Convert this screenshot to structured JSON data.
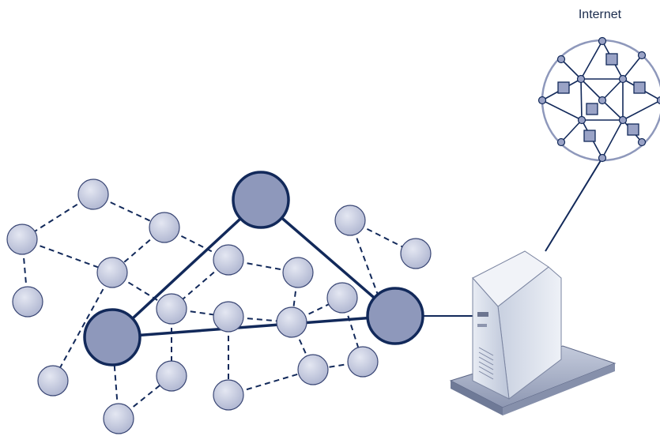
{
  "labels": {
    "internet": "Internet"
  },
  "colors": {
    "line": "#12295a",
    "node_fill": "#c6cbe0",
    "node_stroke": "#3a4775",
    "supernode_fill": "#8e98bb",
    "cloud_node_fill": "#9aa3c6",
    "cloud_square_fill": "#9aa3c6",
    "server_body": "#dfe4ee",
    "server_shadow": "#aab3c8"
  },
  "icons": [
    "internet-cloud-icon",
    "server-icon"
  ],
  "diagram": {
    "type": "peer-to-peer network with supernodes connected to the internet",
    "supernodes": [
      "supernode-top",
      "supernode-left",
      "supernode-right"
    ],
    "peer_count": 19
  }
}
